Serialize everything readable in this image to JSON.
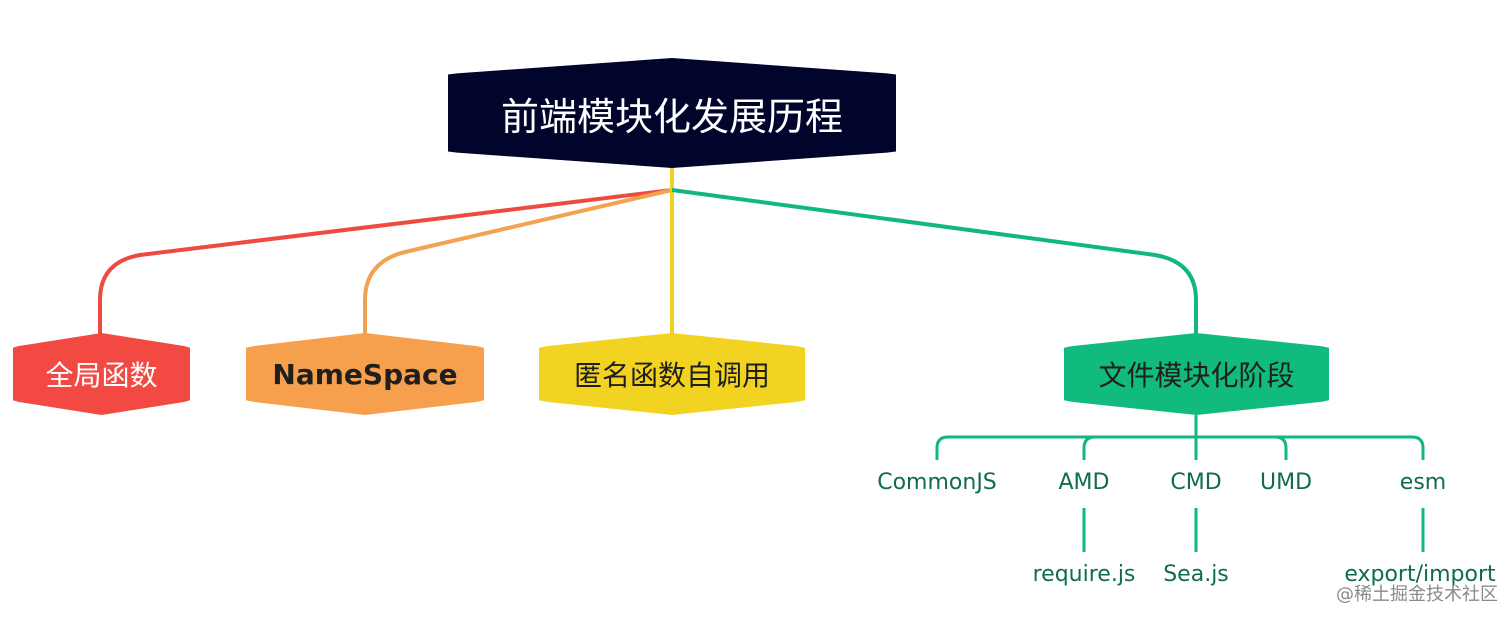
{
  "root": {
    "label": "前端模块化发展历程",
    "bg": "#02052b"
  },
  "topics": [
    {
      "key": "global",
      "label": "全局函数",
      "bg": "#f24a43",
      "line": "#ee4a42"
    },
    {
      "key": "namespace",
      "label": "NameSpace",
      "bg": "#f6a04d",
      "line": "#f2a250"
    },
    {
      "key": "iife",
      "label": "匿名函数自调用",
      "bg": "#f2d322",
      "line": "#efd21f"
    },
    {
      "key": "file",
      "label": "文件模块化阶段",
      "bg": "#10bb7d",
      "line": "#10b97a"
    }
  ],
  "subtopics": [
    {
      "label": "CommonJS"
    },
    {
      "label": "AMD",
      "child": "require.js"
    },
    {
      "label": "CMD",
      "child": "Sea.js"
    },
    {
      "label": "UMD"
    },
    {
      "label": "esm",
      "child": "export/import"
    }
  ],
  "watermark": "@稀土掘金技术社区"
}
